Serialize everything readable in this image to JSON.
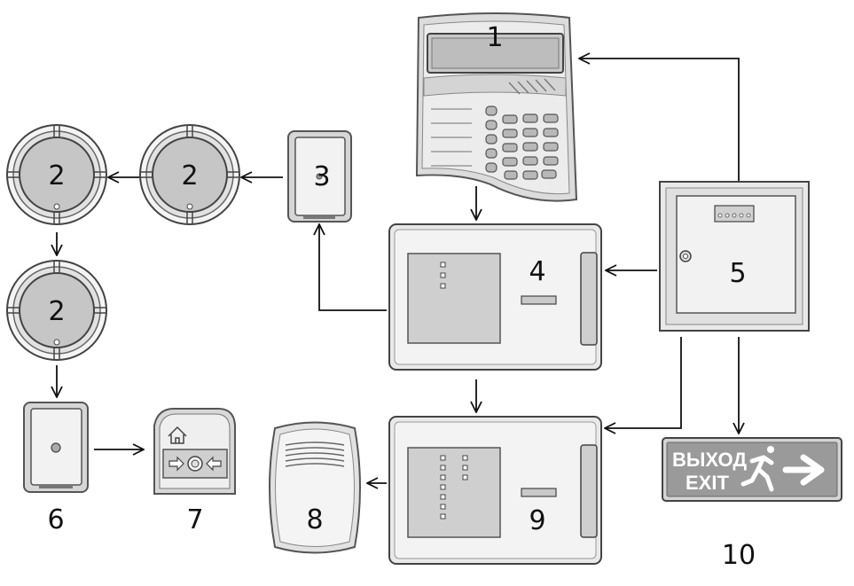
{
  "labels": {
    "panel": "1",
    "detector_a": "2",
    "detector_b": "2",
    "detector_c": "2",
    "sensor": "3",
    "control_unit": "4",
    "power_box": "5",
    "device_6": "6",
    "call_point": "7",
    "siren": "8",
    "relay_unit": "9",
    "exit_sign": "10"
  },
  "exit_sign": {
    "line1": "ВЫХОД",
    "line2": "EXIT"
  }
}
